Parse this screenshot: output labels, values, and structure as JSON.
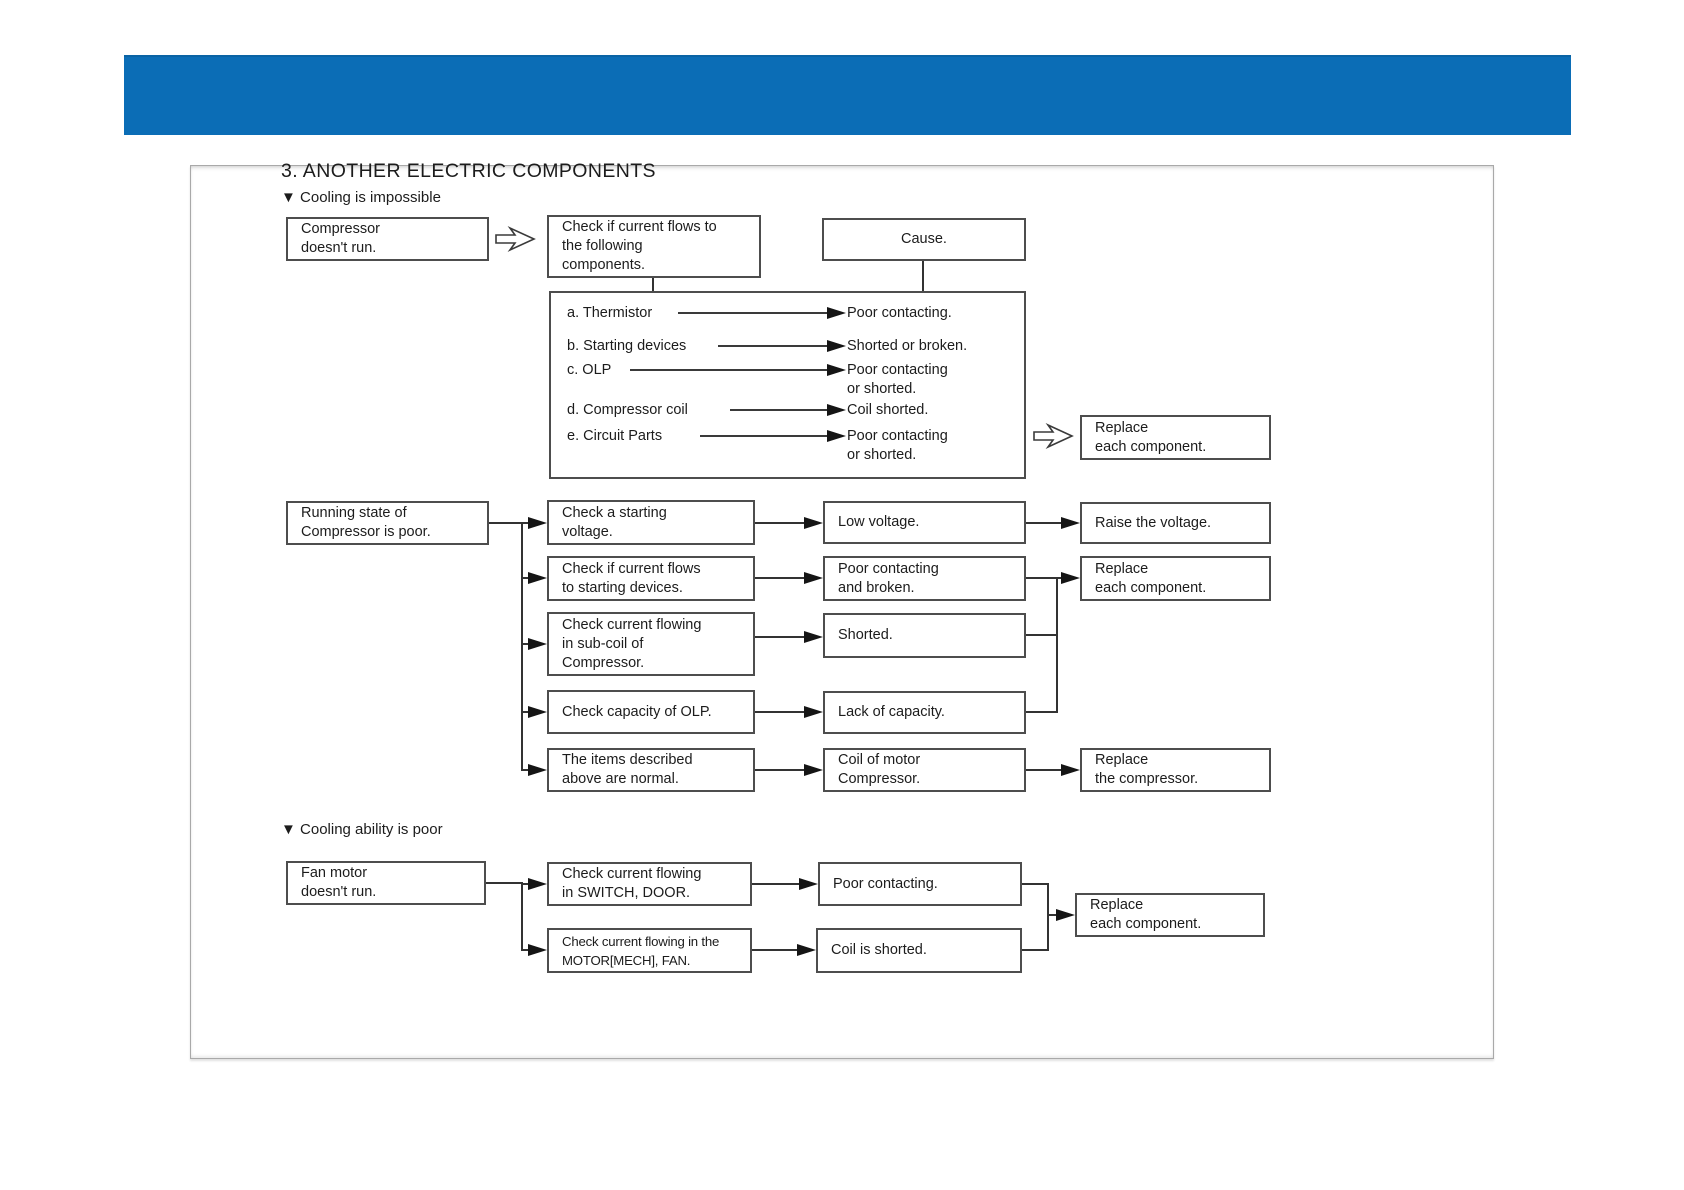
{
  "title": "3. ANOTHER ELECTRIC COMPONENTS",
  "headings": {
    "cooling_impossible": "▼ Cooling is impossible",
    "cooling_ability_poor": "▼ Cooling ability is poor"
  },
  "colors": {
    "header_blue": "#0b6db6",
    "line": "#333333"
  },
  "flow1": {
    "compressor": [
      "Compressor",
      "doesn't run."
    ],
    "check_current": [
      "Check if current flows to",
      "the following",
      "components."
    ],
    "cause": "Cause.",
    "components": [
      {
        "label": "a. Thermistor",
        "result": [
          "Poor contacting."
        ]
      },
      {
        "label": "b. Starting devices",
        "result": [
          "Shorted or broken."
        ]
      },
      {
        "label": "c. OLP",
        "result": [
          "Poor contacting",
          "or shorted."
        ]
      },
      {
        "label": "d. Compressor coil",
        "result": [
          "Coil shorted."
        ]
      },
      {
        "label": "e. Circuit Parts",
        "result": [
          "Poor contacting",
          "or shorted."
        ]
      }
    ],
    "replace": [
      "Replace",
      "each component."
    ]
  },
  "flow2": {
    "running_state": [
      "Running state of",
      "Compressor is poor."
    ],
    "rows": [
      {
        "check": [
          "Check a starting",
          "voltage."
        ],
        "cause": [
          "Low voltage."
        ],
        "action": [
          "Raise the voltage."
        ]
      },
      {
        "check": [
          "Check if current flows",
          "to starting devices."
        ],
        "cause": [
          "Poor contacting",
          "and broken."
        ],
        "action": [
          "Replace",
          "each component."
        ]
      },
      {
        "check": [
          "Check current flowing",
          "in sub-coil of",
          "Compressor."
        ],
        "cause": [
          "Shorted."
        ]
      },
      {
        "check": [
          "Check capacity of OLP."
        ],
        "cause": [
          "Lack of capacity."
        ]
      },
      {
        "check": [
          "The items described",
          "above are normal."
        ],
        "cause": [
          "Coil of motor",
          "Compressor."
        ],
        "action": [
          "Replace",
          "the compressor."
        ]
      }
    ]
  },
  "flow3": {
    "fan_motor": [
      "Fan motor",
      "doesn't run."
    ],
    "rows": [
      {
        "check": [
          "Check current flowing",
          "in SWITCH, DOOR."
        ],
        "cause": [
          "Poor contacting."
        ]
      },
      {
        "check": [
          "Check current flowing in the",
          "MOTOR[MECH], FAN."
        ],
        "cause": [
          "Coil is shorted."
        ]
      }
    ],
    "replace": [
      "Replace",
      "each component."
    ]
  }
}
